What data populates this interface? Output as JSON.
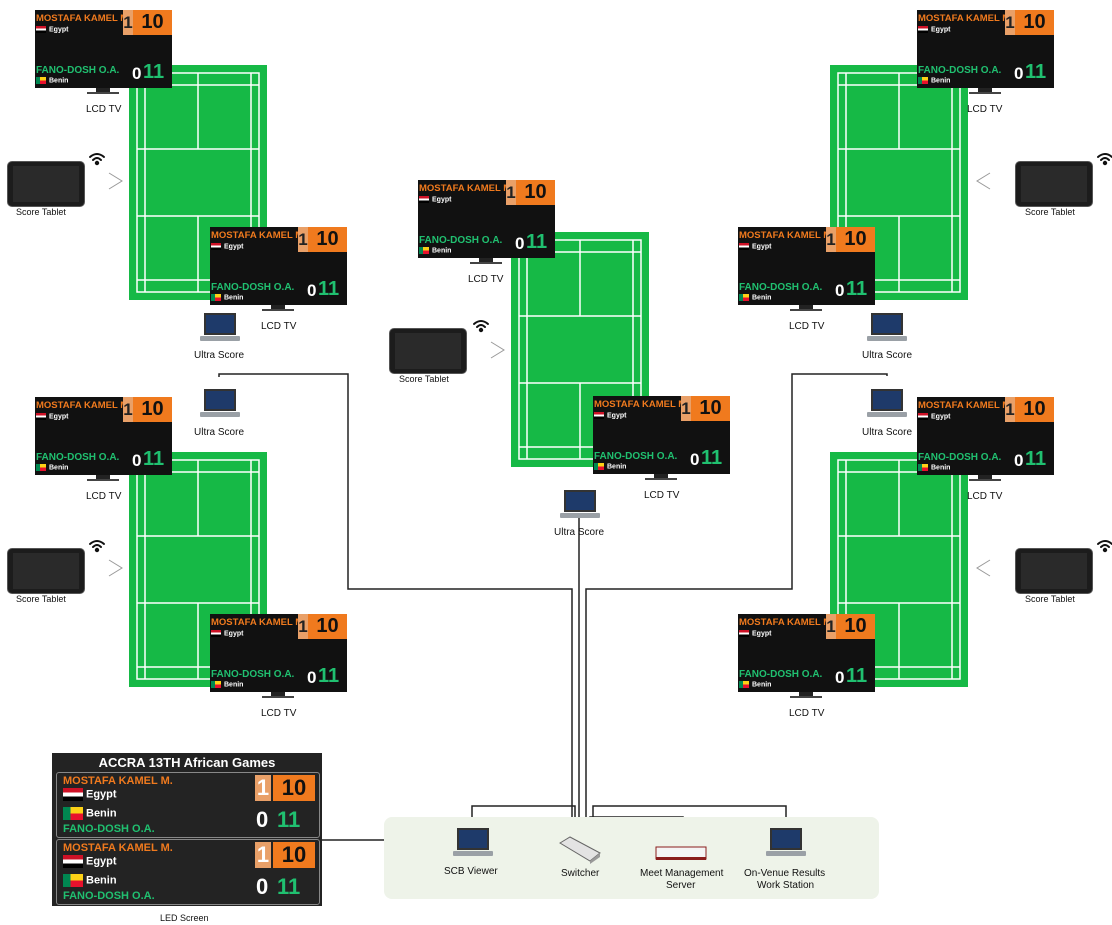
{
  "tv_label": "LCD TV",
  "tablet_label": "Score Tablet",
  "ultra_label": "Ultra Score",
  "scoreboard": {
    "player1": "MOSTAFA KAMEL M.",
    "country1": "Egypt",
    "set1": "1",
    "points1": "10",
    "player2": "FANO-DOSH O.A.",
    "country2": "Benin",
    "set2": "0",
    "points2": "11"
  },
  "led": {
    "title": "ACCRA 13TH African Games",
    "label": "LED Screen"
  },
  "network": {
    "scb_viewer": "SCB Viewer",
    "switcher": "Switcher",
    "meet_server_1": "Meet Management",
    "meet_server_2": "Server",
    "results_1": "On-Venue Results",
    "results_2": "Work Station"
  },
  "colors": {
    "court": "#16b946",
    "player1": "#f07a1e",
    "player2": "#20c070",
    "network_area": "#eef3e9"
  }
}
